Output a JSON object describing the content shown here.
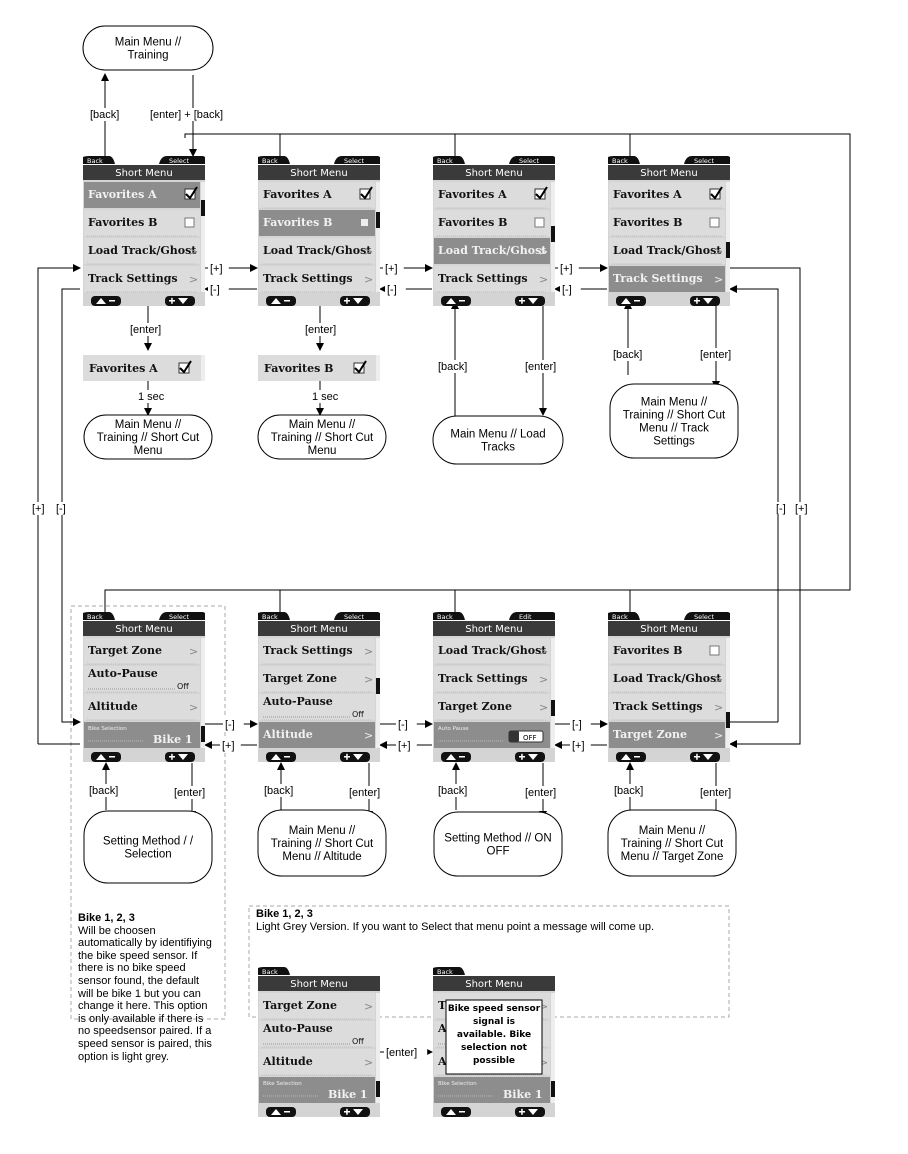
{
  "nodes": {
    "top": "Main Menu //\nTraining",
    "favA": "Main Menu //\nTraining // Short Cut\nMenu",
    "favB": "Main Menu //\nTraining // Short Cut\nMenu",
    "loadTracks": "Main Menu // Load\nTracks",
    "trackSettings": "Main Menu //\nTraining // Short Cut\nMenu // Track\nSettings",
    "setSel": "Setting Method / /\nSelection",
    "altitude": "Main Menu //\nTraining // Short Cut\nMenu // Altitude",
    "onoff": "Setting Method // ON\nOFF",
    "targetZone": "Main Menu //\nTraining // Short Cut\nMenu // Target Zone"
  },
  "edge_labels": {
    "back": "[back]",
    "enter": "[enter]",
    "enter_back": "[enter] + [back]",
    "plus": "[+]",
    "minus": "[-]",
    "one_sec": "1 sec"
  },
  "screen": {
    "title": "Short Menu",
    "back": "Back",
    "select": "Select",
    "edit": "Edit",
    "off": "Off",
    "off_toggle": "OFF",
    "bike_selection": "Bike Selection",
    "bike1": "Bike 1",
    "auto_pause_small": "Auto Pause"
  },
  "screens": [
    {
      "top": "Select",
      "items": [
        [
          "Favorites A",
          "check",
          "hl"
        ],
        [
          "Favorites B",
          "box",
          ""
        ],
        [
          "Load Track/Ghost",
          ">",
          ""
        ],
        [
          "Track Settings",
          ">",
          ""
        ]
      ]
    },
    {
      "top": "Select",
      "items": [
        [
          "Favorites A",
          "check",
          ""
        ],
        [
          "Favorites B",
          "fill",
          "hl"
        ],
        [
          "Load Track/Ghost",
          ">",
          ""
        ],
        [
          "Track Settings",
          ">",
          ""
        ]
      ]
    },
    {
      "top": "Select",
      "items": [
        [
          "Favorites A",
          "check",
          ""
        ],
        [
          "Favorites B",
          "box",
          ""
        ],
        [
          "Load Track/Ghost",
          ">",
          "hl"
        ],
        [
          "Track Settings",
          ">",
          ""
        ]
      ]
    },
    {
      "top": "Select",
      "items": [
        [
          "Favorites A",
          "check",
          ""
        ],
        [
          "Favorites B",
          "box",
          ""
        ],
        [
          "Load Track/Ghost",
          ">",
          ""
        ],
        [
          "Track Settings",
          ">",
          "hl"
        ]
      ]
    },
    {
      "top": "Select",
      "items": [
        [
          "Target Zone",
          ">",
          ""
        ],
        [
          "Auto-Pause",
          "off",
          ""
        ],
        [
          "Altitude",
          ">",
          ""
        ],
        [
          "",
          "bike",
          "hl"
        ]
      ]
    },
    {
      "top": "Select",
      "items": [
        [
          "Track Settings",
          ">",
          ""
        ],
        [
          "Target Zone",
          ">",
          ""
        ],
        [
          "Auto-Pause",
          "off",
          ""
        ],
        [
          "Altitude",
          ">",
          "hl"
        ]
      ]
    },
    {
      "top": "Edit",
      "items": [
        [
          "Load Track/Ghost",
          ">",
          ""
        ],
        [
          "Track Settings",
          ">",
          ""
        ],
        [
          "Target Zone",
          ">",
          ""
        ],
        [
          "",
          "toggle",
          "hl"
        ]
      ]
    },
    {
      "top": "Select",
      "items": [
        [
          "Favorites B",
          "box",
          ""
        ],
        [
          "Load Track/Ghost",
          ">",
          ""
        ],
        [
          "Track Settings",
          ">",
          ""
        ],
        [
          "Target Zone",
          ">",
          "hl"
        ]
      ]
    },
    {
      "top": "",
      "items": [
        [
          "Target Zone",
          ">",
          ""
        ],
        [
          "Auto-Pause",
          "off",
          ""
        ],
        [
          "Altitude",
          ">",
          ""
        ],
        [
          "",
          "bike",
          "hl"
        ]
      ]
    },
    {
      "top": "",
      "items": [
        [
          "Target Zone",
          ">",
          ""
        ],
        [
          "Auto-Pause",
          "off",
          ""
        ],
        [
          "Altitude",
          ">",
          ""
        ],
        [
          "",
          "bike",
          "hl"
        ]
      ]
    }
  ],
  "mini": [
    "Favorites A",
    "Favorites B"
  ],
  "popup": "Bike speed sensor\nsignal is\navailable. Bike\nselection not\npossible",
  "notes": {
    "left_title": "Bike 1, 2, 3",
    "left_body": "Will be choosen automatically by identifiying the bike speed sensor. If there is no bike speed sensor found, the default will be bike 1 but you can change it here. This option is only available if there is no speedsensor paired. If a speed sensor is paired, this option is light grey.",
    "bottom_title": "Bike 1, 2, 3",
    "bottom_body": "Light Grey Version. If you want to Select that menu point a message will come up."
  },
  "colors": {
    "highlight": "#8c8c8c",
    "screen_bg": "#d6d6d6",
    "header": "#2b2b2b"
  }
}
